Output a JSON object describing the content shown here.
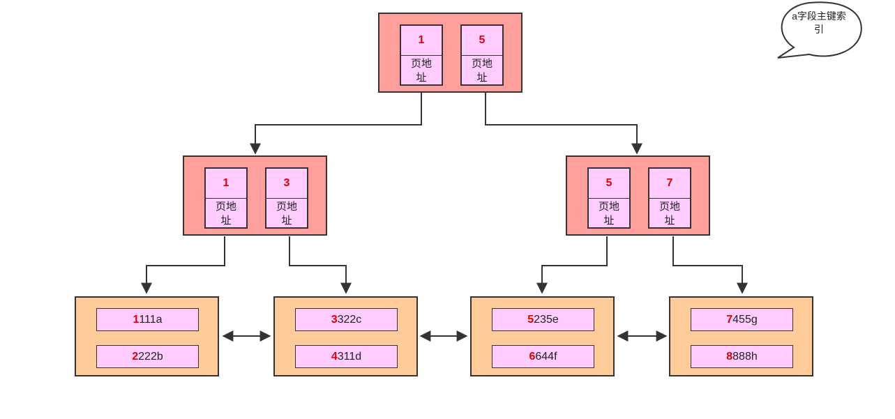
{
  "bubble": {
    "line1": "a字段主键索",
    "line2": "引"
  },
  "addr_label": {
    "line1": "页地",
    "line2": "址"
  },
  "root": {
    "keys": [
      "1",
      "5"
    ]
  },
  "internal_left": {
    "keys": [
      "1",
      "3"
    ]
  },
  "internal_right": {
    "keys": [
      "5",
      "7"
    ]
  },
  "leaves": [
    {
      "records": [
        {
          "id": "1",
          "rest": "111a"
        },
        {
          "id": "2",
          "rest": "222b"
        }
      ]
    },
    {
      "records": [
        {
          "id": "3",
          "rest": "322c"
        },
        {
          "id": "4",
          "rest": "311d"
        }
      ]
    },
    {
      "records": [
        {
          "id": "5",
          "rest": "235e"
        },
        {
          "id": "6",
          "rest": "644f"
        }
      ]
    },
    {
      "records": [
        {
          "id": "7",
          "rest": "455g"
        },
        {
          "id": "8",
          "rest": "888h"
        }
      ]
    }
  ],
  "colors": {
    "internal_node": "#ff9f9b",
    "key_cell": "#ffccff",
    "leaf_node": "#ffcc99",
    "key_text": "#e00000"
  }
}
